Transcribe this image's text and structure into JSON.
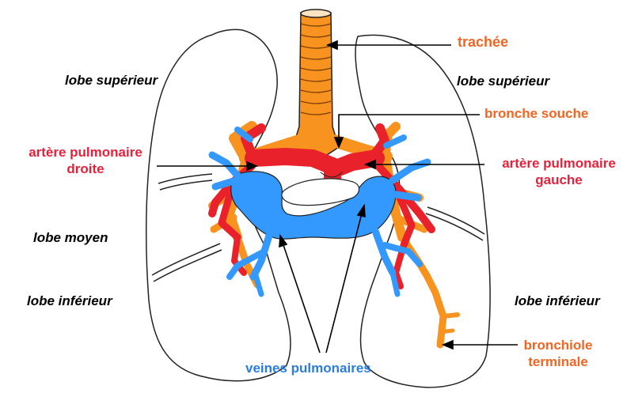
{
  "labels": {
    "trachee": "trachée",
    "lobe_superieur_left": "lobe supérieur",
    "lobe_superieur_right": "lobe supérieur",
    "bronche_souche": "bronche souche",
    "artere_droite_line1": "artère pulmonaire",
    "artere_droite_line2": "droite",
    "artere_gauche_line1": "artère pulmonaire",
    "artere_gauche_line2": "gauche",
    "lobe_moyen": "lobe moyen",
    "lobe_inferieur_left": "lobe inférieur",
    "lobe_inferieur_right": "lobe inférieur",
    "bronchiole_line1": "bronchiole",
    "bronchiole_line2": "terminale",
    "veines": "veines pulmonaires"
  },
  "colors": {
    "orange_label": "#f26522",
    "red_label": "#e8213a",
    "blue_label": "#2a7de1",
    "trachea_fill": "#f7931e",
    "artery_fill": "#e8212a",
    "vein_fill": "#3399ff",
    "outline": "#222222"
  }
}
